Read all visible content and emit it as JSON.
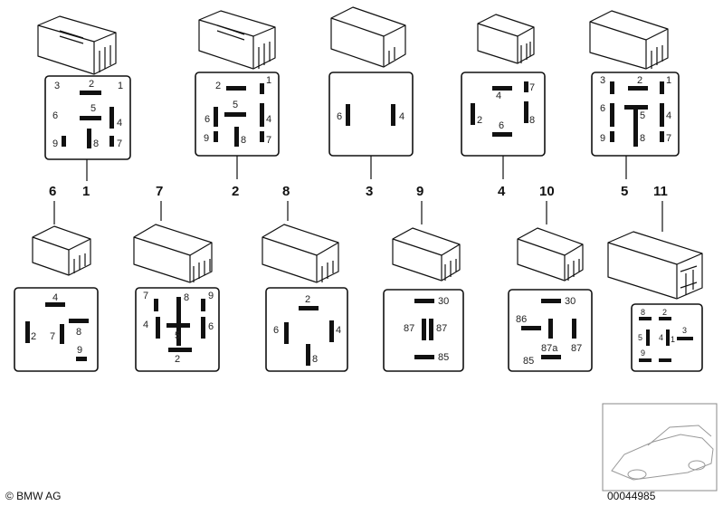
{
  "copyright": "© BMW AG",
  "part_number": "00044985",
  "relays": [
    {
      "id": "r1",
      "callout": "1",
      "pins": [
        "3",
        "2",
        "1",
        "5",
        "6",
        "4",
        "9",
        "8",
        "7"
      ]
    },
    {
      "id": "r2",
      "callout": "2",
      "pins": [
        "2",
        "1",
        "5",
        "6",
        "4",
        "9",
        "8",
        "7"
      ]
    },
    {
      "id": "r3",
      "callout": "3",
      "pins": [
        "6",
        "4"
      ]
    },
    {
      "id": "r4",
      "callout": "4",
      "pins": [
        "4",
        "7",
        "2",
        "8",
        "6"
      ]
    },
    {
      "id": "r5",
      "callout": "5",
      "pins": [
        "3",
        "2",
        "1",
        "6",
        "5",
        "4",
        "9",
        "8",
        "7"
      ]
    },
    {
      "id": "r6",
      "callout": "6",
      "pins": [
        "4",
        "8",
        "2",
        "7",
        "9"
      ]
    },
    {
      "id": "r7",
      "callout": "7",
      "pins": [
        "7",
        "8",
        "9",
        "4",
        "6",
        "5",
        "2"
      ]
    },
    {
      "id": "r8",
      "callout": "8",
      "pins": [
        "2",
        "6",
        "4",
        "8"
      ]
    },
    {
      "id": "r9",
      "callout": "9",
      "pins": [
        "30",
        "87",
        "87",
        "85"
      ]
    },
    {
      "id": "r10",
      "callout": "10",
      "pins": [
        "30",
        "86",
        "87a",
        "87",
        "85"
      ]
    },
    {
      "id": "r11",
      "callout": "11",
      "pins": [
        "8",
        "2",
        "3",
        "5",
        "4",
        "1",
        "9"
      ]
    }
  ]
}
